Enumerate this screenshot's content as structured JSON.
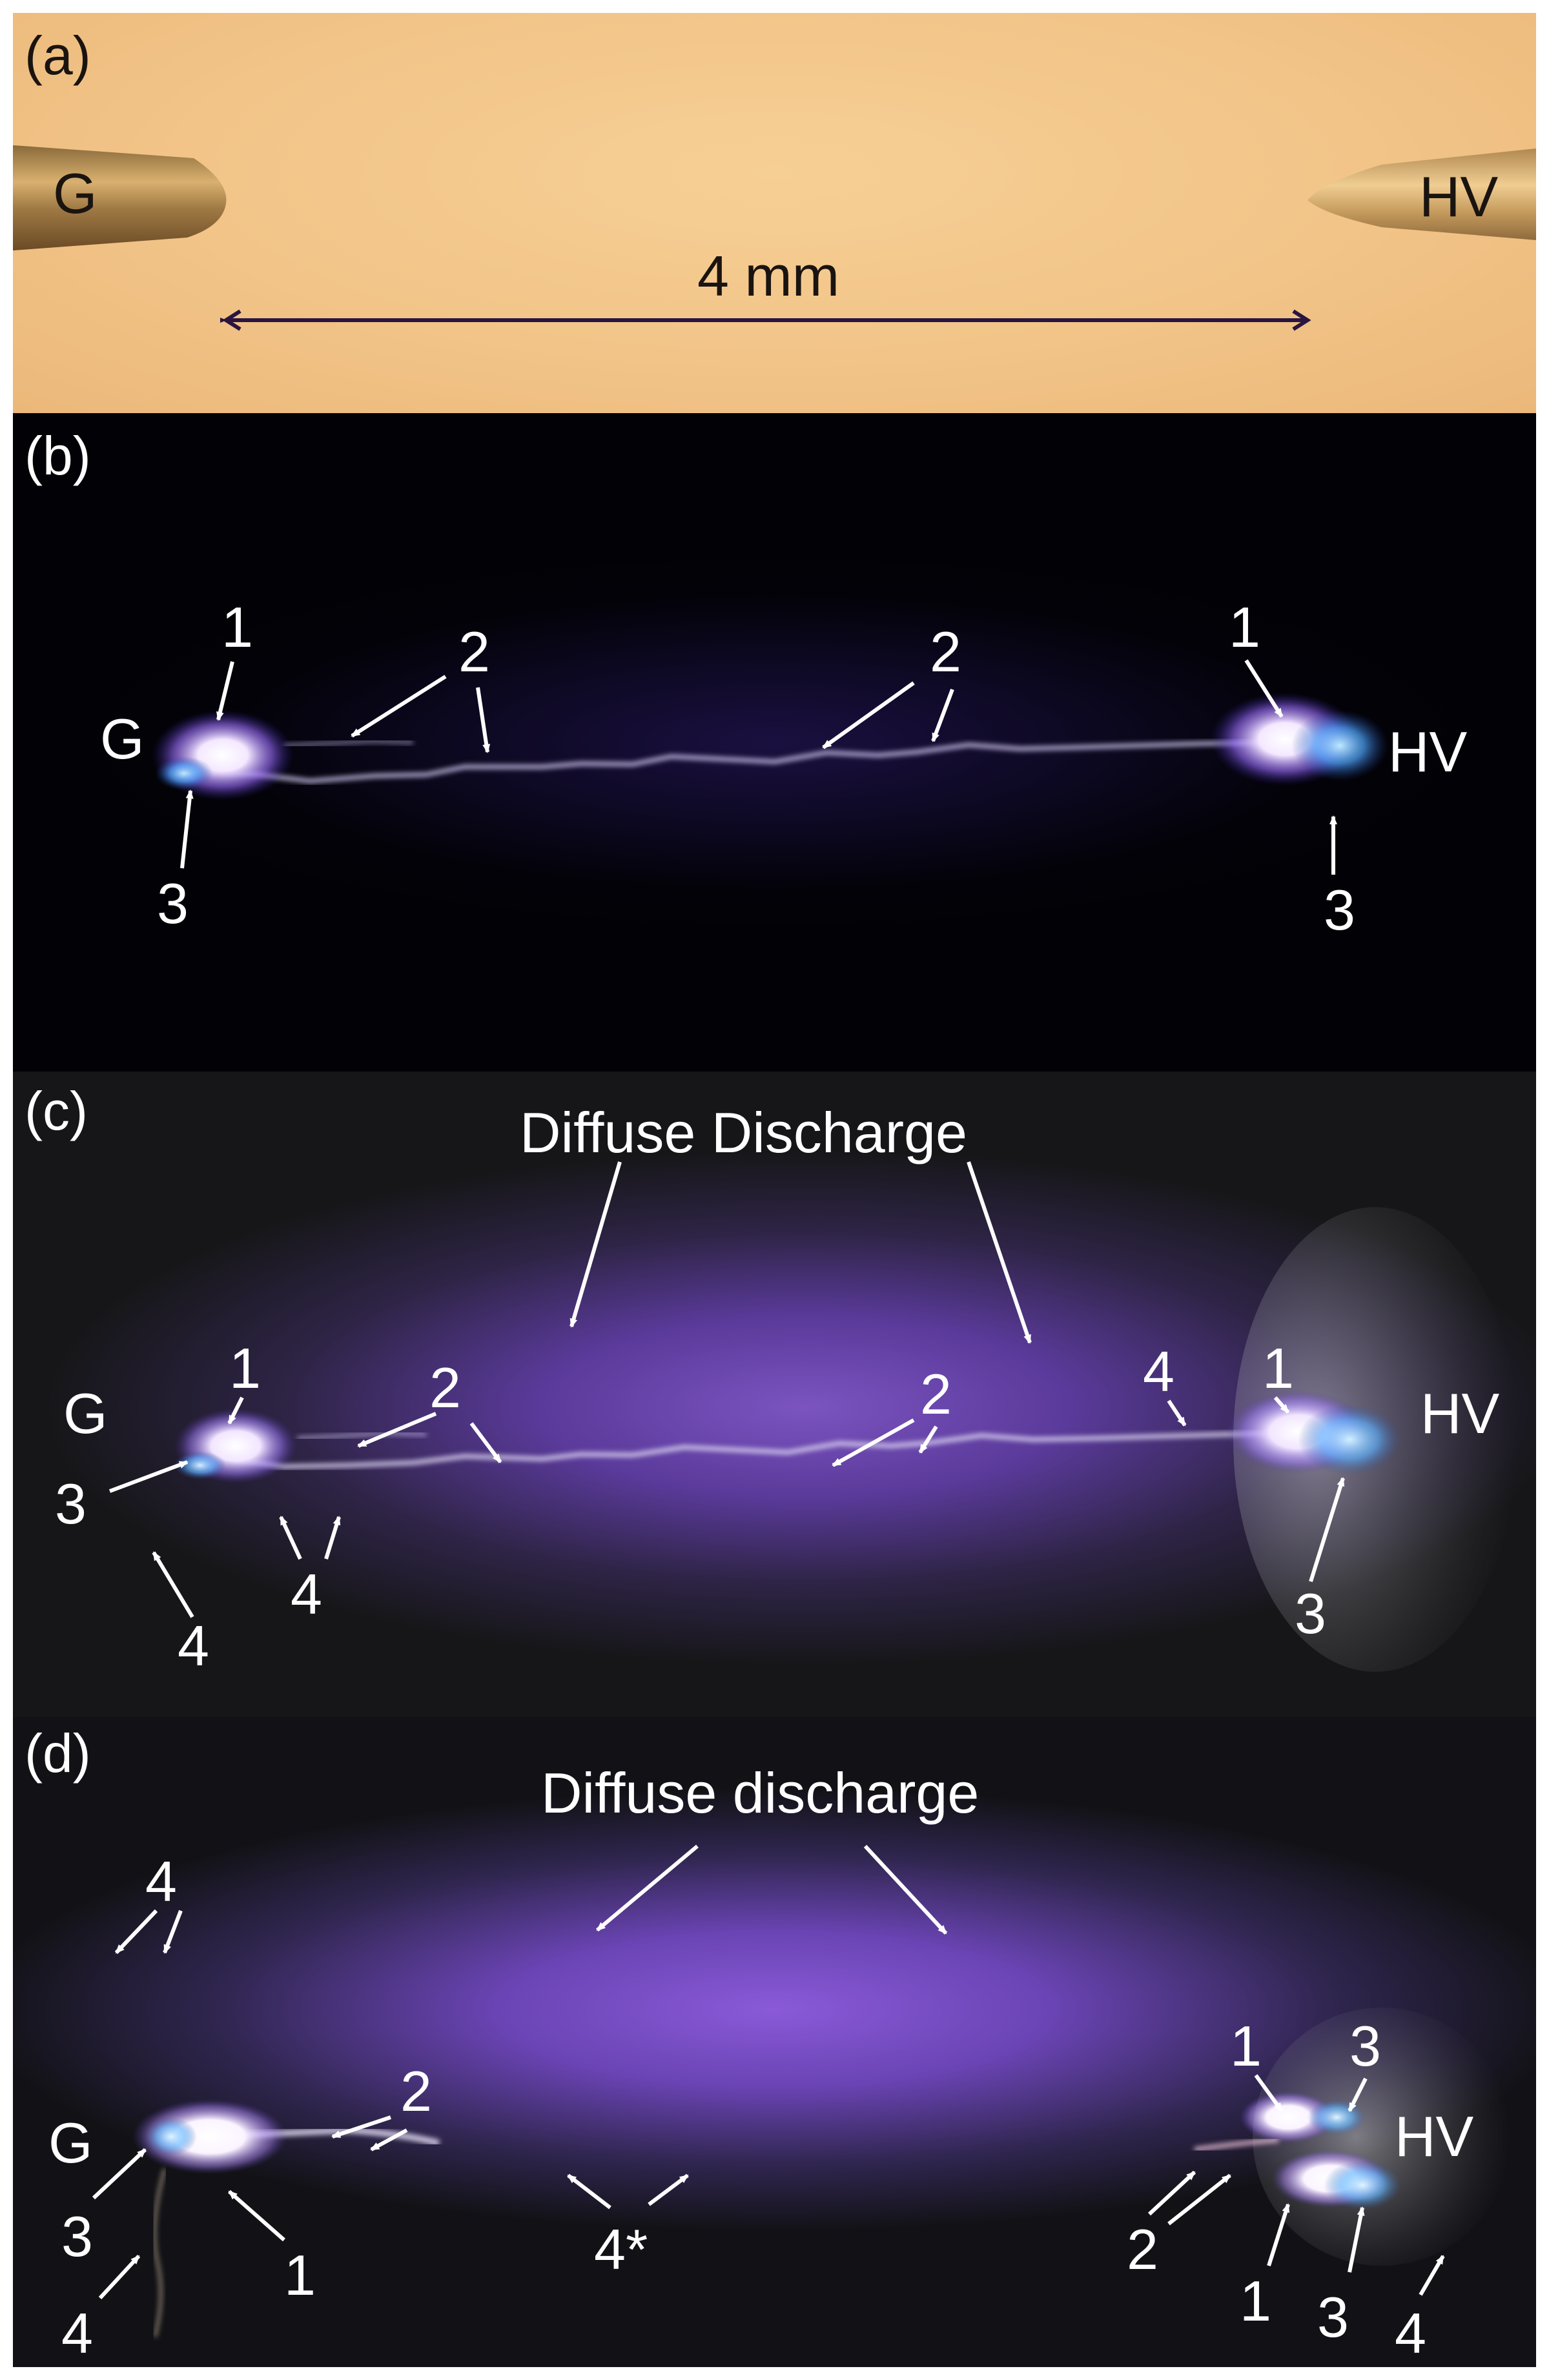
{
  "panels": {
    "a": {
      "id": "(a)",
      "left_electrode": "G",
      "right_electrode": "HV",
      "gap_label": "4 mm"
    },
    "b": {
      "id": "(b)",
      "left_electrode": "G",
      "right_electrode": "HV",
      "markers": {
        "m1l": "1",
        "m1r": "1",
        "m2l": "2",
        "m2r": "2",
        "m3l": "3",
        "m3r": "3"
      }
    },
    "c": {
      "id": "(c)",
      "title": "Diffuse Discharge",
      "left_electrode": "G",
      "right_electrode": "HV",
      "markers": {
        "m1l": "1",
        "m1r": "1",
        "m2l": "2",
        "m2r": "2",
        "m3l": "3",
        "m3r": "3",
        "m4a": "4",
        "m4b": "4",
        "m4r": "4"
      }
    },
    "d": {
      "id": "(d)",
      "title": "Diffuse discharge",
      "left_electrode": "G",
      "right_electrode": "HV",
      "markers": {
        "m4top": "4",
        "m2l": "2",
        "m3l": "3",
        "m4l": "4",
        "m1l": "1",
        "m4star": "4*",
        "m1rt": "1",
        "m3rt": "3",
        "m2rb": "2",
        "m1rb": "1",
        "m3rb": "3",
        "m4rb": "4"
      }
    }
  }
}
